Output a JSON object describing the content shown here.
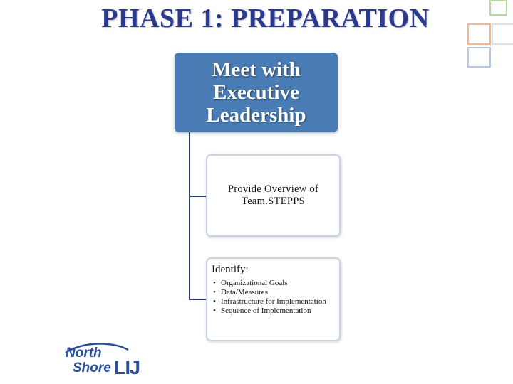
{
  "title": "PHASE 1: PREPARATION",
  "root": {
    "label": "Meet with\nExecutive\nLeadership"
  },
  "children": [
    {
      "label": "Provide Overview of\nTeam.STEPPS"
    },
    {
      "heading": "Identify:",
      "items": [
        "Organizational Goals",
        "Data/Measures",
        "Infrastructure for Implementation",
        "Sequence of Implementation"
      ]
    }
  ],
  "logo": {
    "line1": "North",
    "line2": "Shore",
    "mark": "LIJ"
  },
  "colors": {
    "title": "#2b3a8c",
    "root_box": "#4a7cb5",
    "child_border": "#c7d3e6",
    "connector": "#2d3d66"
  }
}
